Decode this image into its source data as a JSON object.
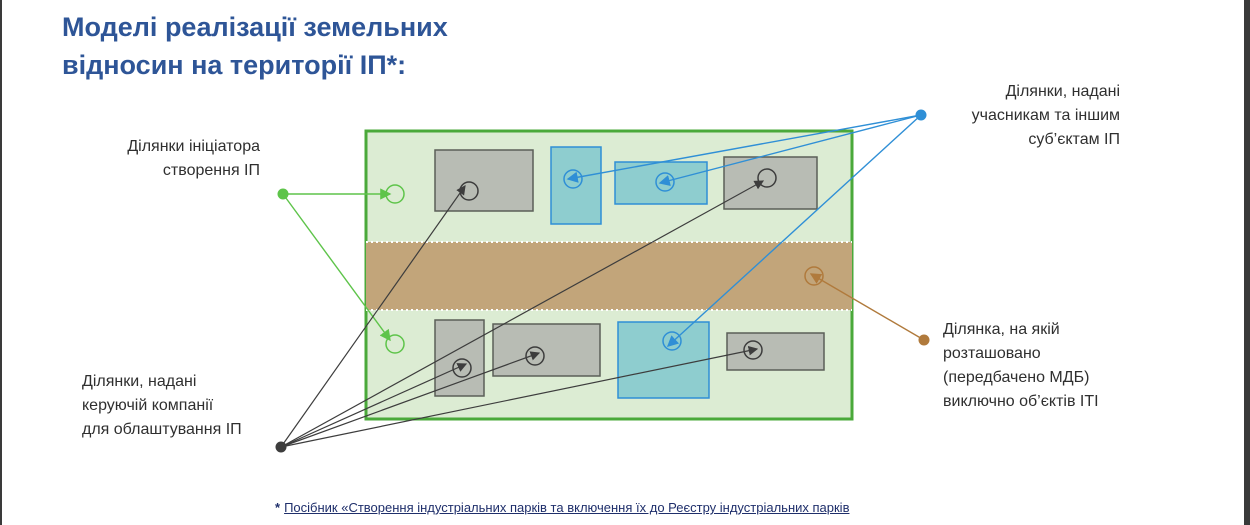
{
  "title": {
    "line1": "Моделі реалізації земельних",
    "line2": "відносин на території ІП*:"
  },
  "labels": {
    "initiator": [
      "Ділянки ініціатора",
      "створення ІП"
    ],
    "participants": [
      "Ділянки, надані",
      "учасникам та іншим",
      "суб’єктам ІП"
    ],
    "management": [
      "Ділянки, надані",
      "керуючій компанії",
      "для облаштування ІП"
    ],
    "infrastructure": [
      "Ділянка, на якій",
      "розташовано",
      "(передбачено МДБ)",
      "виключно об’єктів ІТІ"
    ]
  },
  "footnote": {
    "marker": "*",
    "text": "Посібник «Створення індустріальних парків та включення їх до Реєстру індустріальних парків"
  },
  "colors": {
    "title": "#2e5597",
    "green": "#5ec44a",
    "blue": "#2f8fd6",
    "brown": "#b07a3c",
    "dark": "#3d3d3d",
    "zone_bg": "#dcecd3",
    "zone_border": "#4aa93a",
    "road": "#c2a57a",
    "plot_gray": "#b8bcb4",
    "plot_teal": "#8ecdcf"
  },
  "icons": {
    "target": "circle-arrow-target-icon",
    "source": "dot-source-icon"
  }
}
